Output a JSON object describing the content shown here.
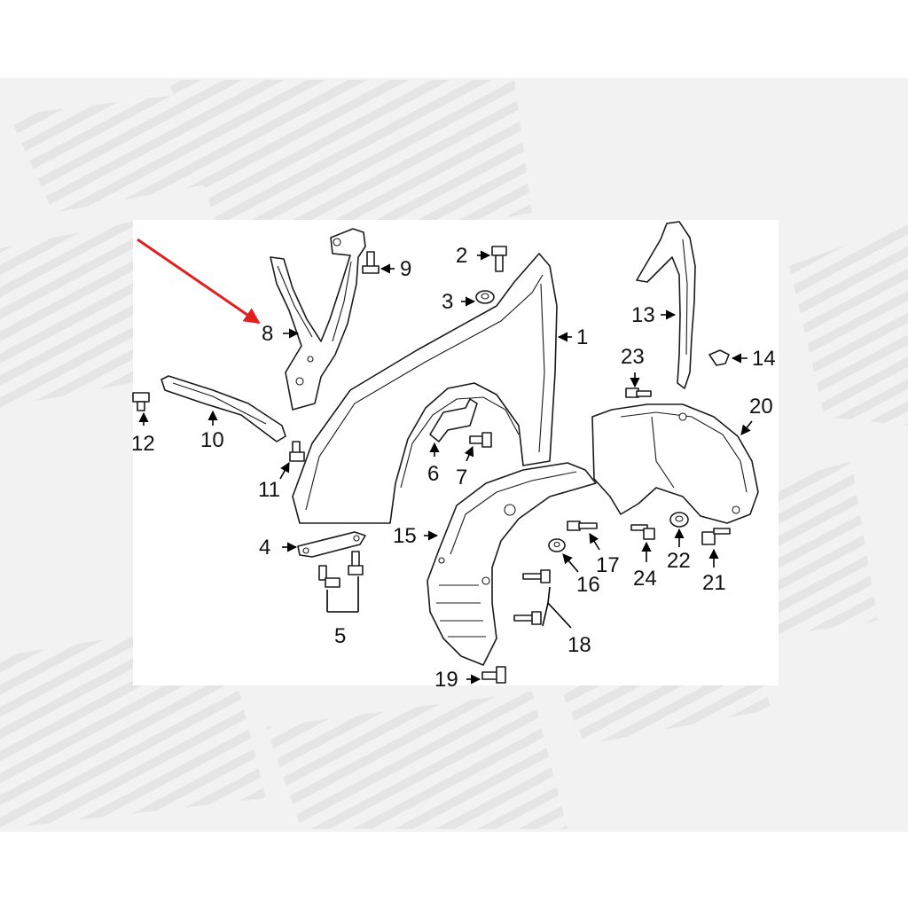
{
  "diagram": {
    "colors": {
      "background": "#ffffff",
      "panel": "#f2f2f2",
      "watermark_stripe": "#e4e4e4",
      "line": "#1a1a1a",
      "highlight_arrow": "#e02020"
    },
    "callouts": [
      "1",
      "2",
      "3",
      "4",
      "5",
      "6",
      "7",
      "8",
      "9",
      "10",
      "11",
      "12",
      "13",
      "14",
      "15",
      "16",
      "17",
      "18",
      "19",
      "20",
      "21",
      "22",
      "23",
      "24"
    ],
    "highlighted_part": "8"
  }
}
